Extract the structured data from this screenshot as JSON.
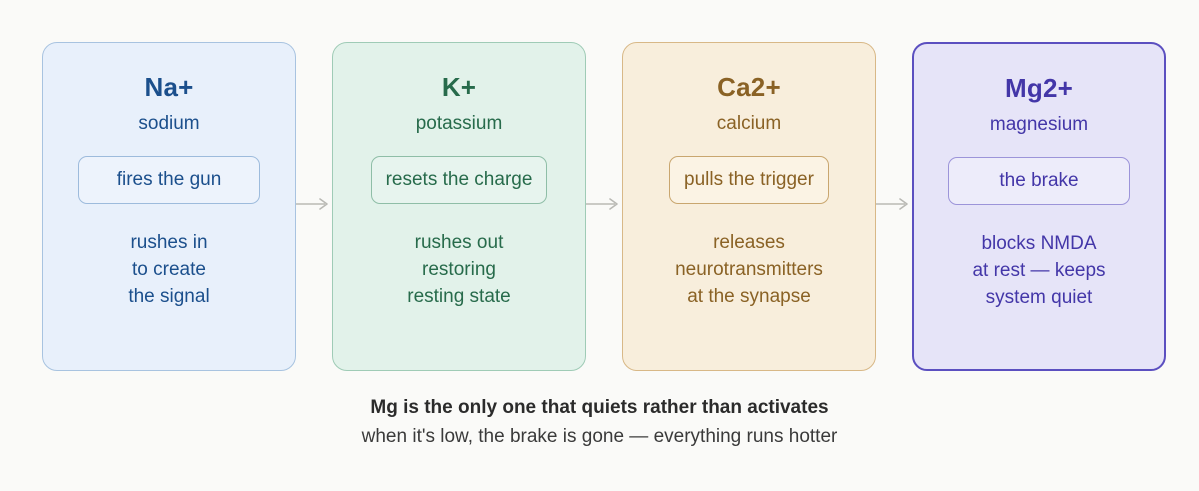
{
  "page": {
    "background": "#FAFAF8"
  },
  "flow": {
    "arrow_icon": "arrow-right-icon",
    "arrow_color": "#B9B9B4",
    "cards": [
      {
        "symbol": "Na+",
        "name": "sodium",
        "chip": "fires the gun",
        "description": "rushes in\nto create\nthe signal",
        "bg": "#E8F0FB",
        "border": "#A8C3E0",
        "text": "#1B4F8C",
        "chip_bg": "#EDF3FC",
        "chip_border": "#9DBBDC",
        "highlighted": false,
        "chip_fixed_width": true
      },
      {
        "symbol": "K+",
        "name": "potassium",
        "chip": "resets the charge",
        "description": "rushes out\nrestoring\nresting state",
        "bg": "#E2F2EA",
        "border": "#9FCBB6",
        "text": "#276B4B",
        "chip_bg": "#E7F4EE",
        "chip_border": "#8FBEA7",
        "highlighted": false,
        "chip_fixed_width": false
      },
      {
        "symbol": "Ca2+",
        "name": "calcium",
        "chip": "pulls the trigger",
        "description": "releases\nneurotransmitters\nat the synapse",
        "bg": "#F8EEDC",
        "border": "#D8B887",
        "text": "#8A6225",
        "chip_bg": "#FBF3E4",
        "chip_border": "#C9A66F",
        "highlighted": false,
        "chip_fixed_width": false
      },
      {
        "symbol": "Mg2+",
        "name": "magnesium",
        "chip": "the brake",
        "description": "blocks NMDA\nat rest — keeps\nsystem quiet",
        "bg": "#E6E4F8",
        "border": "#5B4FC0",
        "text": "#4336A8",
        "chip_bg": "#EDECFA",
        "chip_border": "#9C94D9",
        "highlighted": true,
        "chip_fixed_width": true
      }
    ]
  },
  "caption": {
    "line1": "Mg is the only one that quiets rather than activates",
    "line2": "when it's low, the brake is gone — everything runs hotter"
  }
}
